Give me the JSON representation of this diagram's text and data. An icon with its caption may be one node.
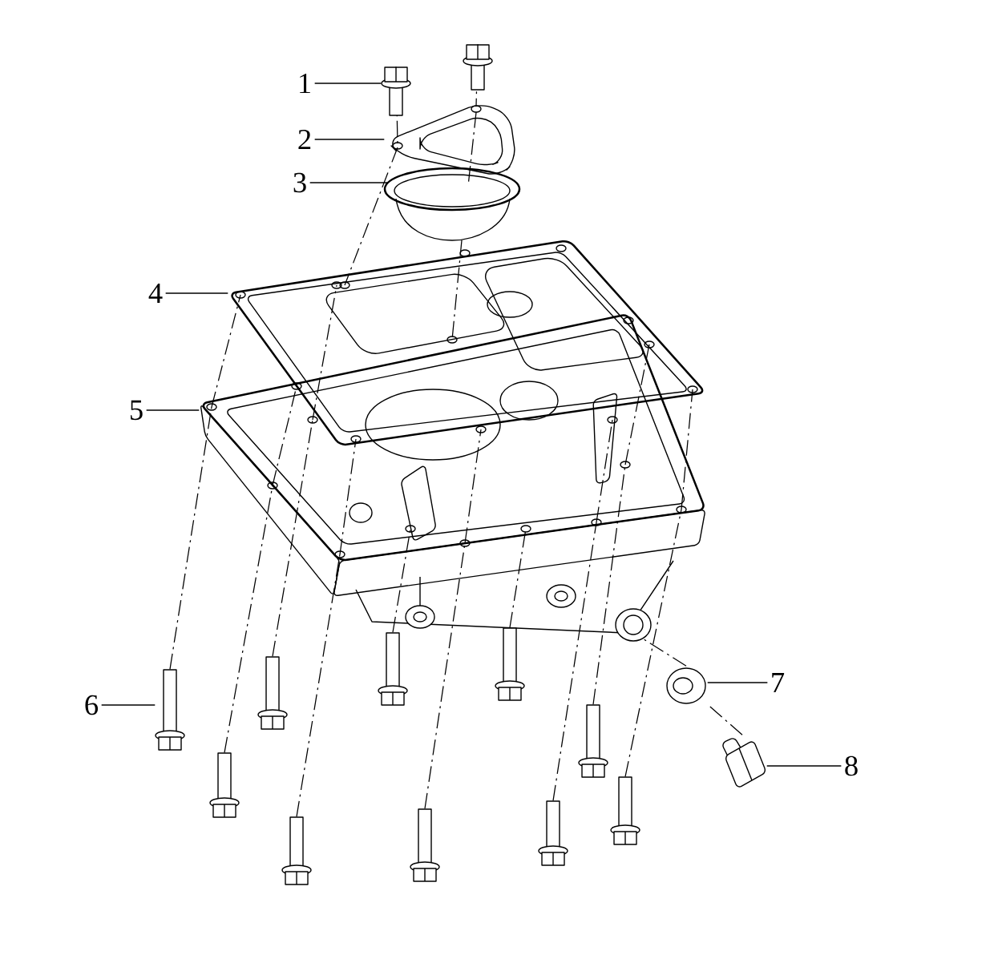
{
  "diagram": {
    "nodes": [
      {
        "text": [
          "1"
        ]
      },
      {
        "text": [
          "2"
        ]
      },
      {
        "text": [
          "3"
        ]
      },
      {
        "text": [
          "4"
        ]
      },
      {
        "text": [
          "5"
        ]
      },
      {
        "text": [
          "6"
        ]
      },
      {
        "text": [
          "7"
        ]
      },
      {
        "text": [
          "8"
        ]
      },
      {
        "text": [],
        "shape": "picture"
      },
      {
        "text": [],
        "shape": "picture"
      },
      {
        "text": [],
        "shape": "picture"
      },
      {
        "text": [],
        "shape": "picture"
      },
      {
        "text": [],
        "shape": "picture"
      },
      {
        "text": [],
        "shape": "picture"
      },
      {
        "text": [],
        "shape": "picture"
      },
      {
        "text": [],
        "shape": "picture"
      },
      {
        "text": [],
        "shape": "picture"
      },
      {
        "text": [],
        "shape": "picture"
      },
      {
        "text": [],
        "shape": "picture"
      },
      {
        "text": [],
        "shape": "picture"
      },
      {
        "text": [],
        "shape": "picture"
      },
      {
        "text": [],
        "shape": "picture"
      },
      {
        "text": [],
        "shape": "picture"
      },
      {
        "text": [],
        "shape": "picture"
      },
      {
        "text": [],
        "shape": "picture"
      },
      {
        "text": [],
        "shape": "picture"
      }
    ],
    "edges": [
      {
        "from": 0,
        "to": 8,
        "arrow": "none"
      },
      {
        "from": 1,
        "to": 9,
        "arrow": "none"
      },
      {
        "from": 2,
        "to": 10,
        "arrow": "none"
      },
      {
        "from": 3,
        "to": 11,
        "arrow": "none"
      },
      {
        "from": 4,
        "to": 12,
        "arrow": "none"
      },
      {
        "from": 5,
        "to": 13,
        "arrow": "none"
      },
      {
        "from": 6,
        "to": 14,
        "arrow": "none"
      },
      {
        "from": 7,
        "to": 15,
        "arrow": "none"
      },
      {
        "from": 8,
        "to": 9,
        "arrow": "none",
        "style": "dashed"
      },
      {
        "from": 9,
        "to": 11,
        "arrow": "none",
        "style": "dashed"
      },
      {
        "from": 16,
        "to": 9,
        "arrow": "none",
        "style": "dashed"
      },
      {
        "from": 9,
        "to": 10,
        "arrow": "none",
        "style": "dashed"
      },
      {
        "from": 10,
        "to": 11,
        "arrow": "none",
        "style": "dashed"
      },
      {
        "from": 13,
        "to": 12,
        "arrow": "none",
        "style": "dashed"
      },
      {
        "from": 12,
        "to": 11,
        "arrow": "none",
        "style": "dashed"
      },
      {
        "from": 17,
        "to": 12,
        "arrow": "none",
        "style": "dashed"
      },
      {
        "from": 12,
        "to": 11,
        "arrow": "none",
        "style": "dashed"
      },
      {
        "from": 18,
        "to": 12,
        "arrow": "none",
        "style": "dashed"
      },
      {
        "from": 12,
        "to": 11,
        "arrow": "none",
        "style": "dashed"
      },
      {
        "from": 19,
        "to": 12,
        "arrow": "none",
        "style": "dashed"
      },
      {
        "from": 12,
        "to": 11,
        "arrow": "none",
        "style": "dashed"
      },
      {
        "from": 20,
        "to": 12,
        "arrow": "none",
        "style": "dashed"
      },
      {
        "from": 21,
        "to": 12,
        "arrow": "none",
        "style": "dashed"
      },
      {
        "from": 12,
        "to": 11,
        "arrow": "none",
        "style": "dashed"
      },
      {
        "from": 22,
        "to": 12,
        "arrow": "none",
        "style": "dashed"
      },
      {
        "from": 23,
        "to": 12,
        "arrow": "none",
        "style": "dashed"
      },
      {
        "from": 12,
        "to": 11,
        "arrow": "none",
        "style": "dashed"
      },
      {
        "from": 24,
        "to": 12,
        "arrow": "none",
        "style": "dashed"
      },
      {
        "from": 12,
        "to": 11,
        "arrow": "none",
        "style": "dashed"
      },
      {
        "from": 25,
        "to": 12,
        "arrow": "none",
        "style": "dashed"
      },
      {
        "from": 12,
        "to": 11,
        "arrow": "none",
        "style": "dashed"
      },
      {
        "from": 15,
        "to": 14,
        "arrow": "none",
        "style": "dashed"
      },
      {
        "from": 14,
        "to": 12,
        "arrow": "none",
        "style": "dashed"
      }
    ]
  }
}
